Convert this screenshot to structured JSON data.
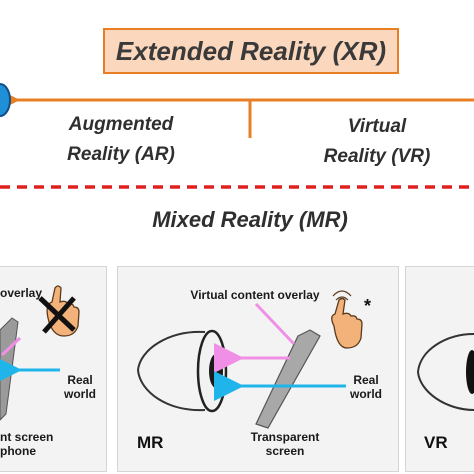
{
  "title": "Extended Reality (XR)",
  "spectrum": {
    "ar_line1": "Augmented",
    "ar_line2": "Reality (AR)",
    "vr_line1": "Virtual",
    "vr_line2": "Reality (VR)",
    "mr_label": "Mixed Reality (MR)"
  },
  "panels": {
    "left": {
      "overlay_label": "overlay",
      "real_world_line1": "Real",
      "real_world_line2": "world",
      "screen_line1": "nt screen",
      "screen_line2": "phone"
    },
    "middle": {
      "overlay_label": "Virtual content overlay",
      "asterisk": "*",
      "real_world_line1": "Real",
      "real_world_line2": "world",
      "mode_label": "MR",
      "screen_line1": "Transparent",
      "screen_line2": "screen"
    },
    "right": {
      "mode_label": "VR"
    }
  },
  "colors": {
    "orange": "#e97f25",
    "red_dash": "#e0201e",
    "title_fill": "#fbd7bd",
    "pink_arrow": "#f08fe6",
    "blue_arrow": "#1fb4ea",
    "eye_blue": "#1f8fd8"
  }
}
